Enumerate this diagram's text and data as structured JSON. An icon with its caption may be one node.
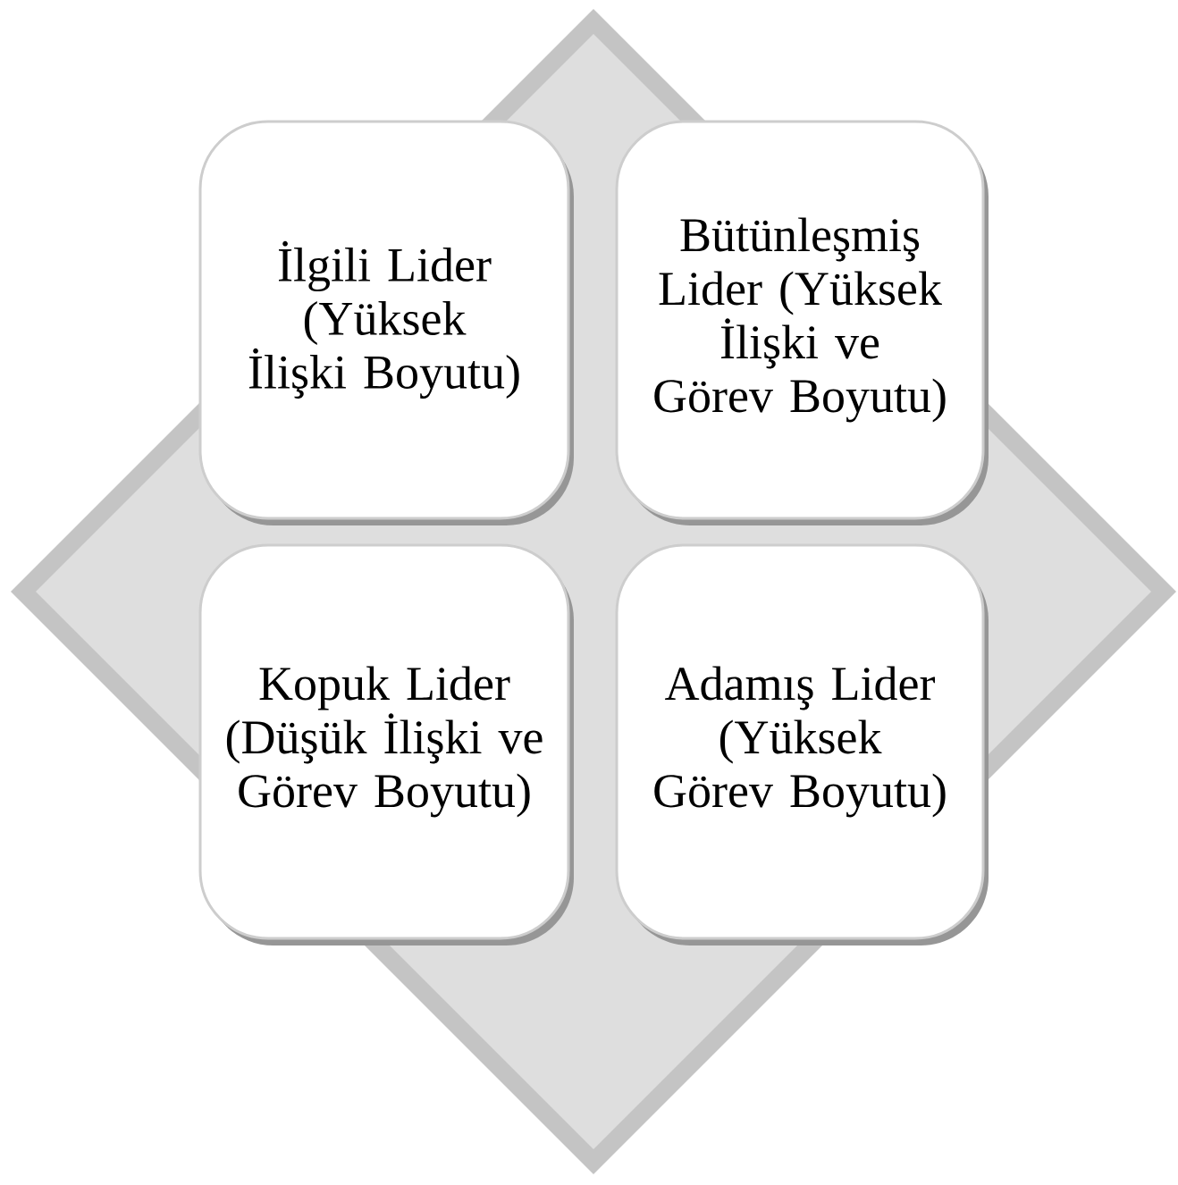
{
  "diagram": {
    "nodes": [
      {
        "text": [
          "İlgili Lider (Yüksek İlişki Boyutu)"
        ]
      },
      {
        "text": [
          "Bütünleşmiş Lider (Yüksek İlişki ve Görev Boyutu)"
        ]
      },
      {
        "text": [
          "Kopuk Lider (Düşük İlişki ve Görev Boyutu)"
        ]
      },
      {
        "text": [
          "Adamış Lider (Yüksek Görev Boyutu)"
        ]
      }
    ]
  }
}
